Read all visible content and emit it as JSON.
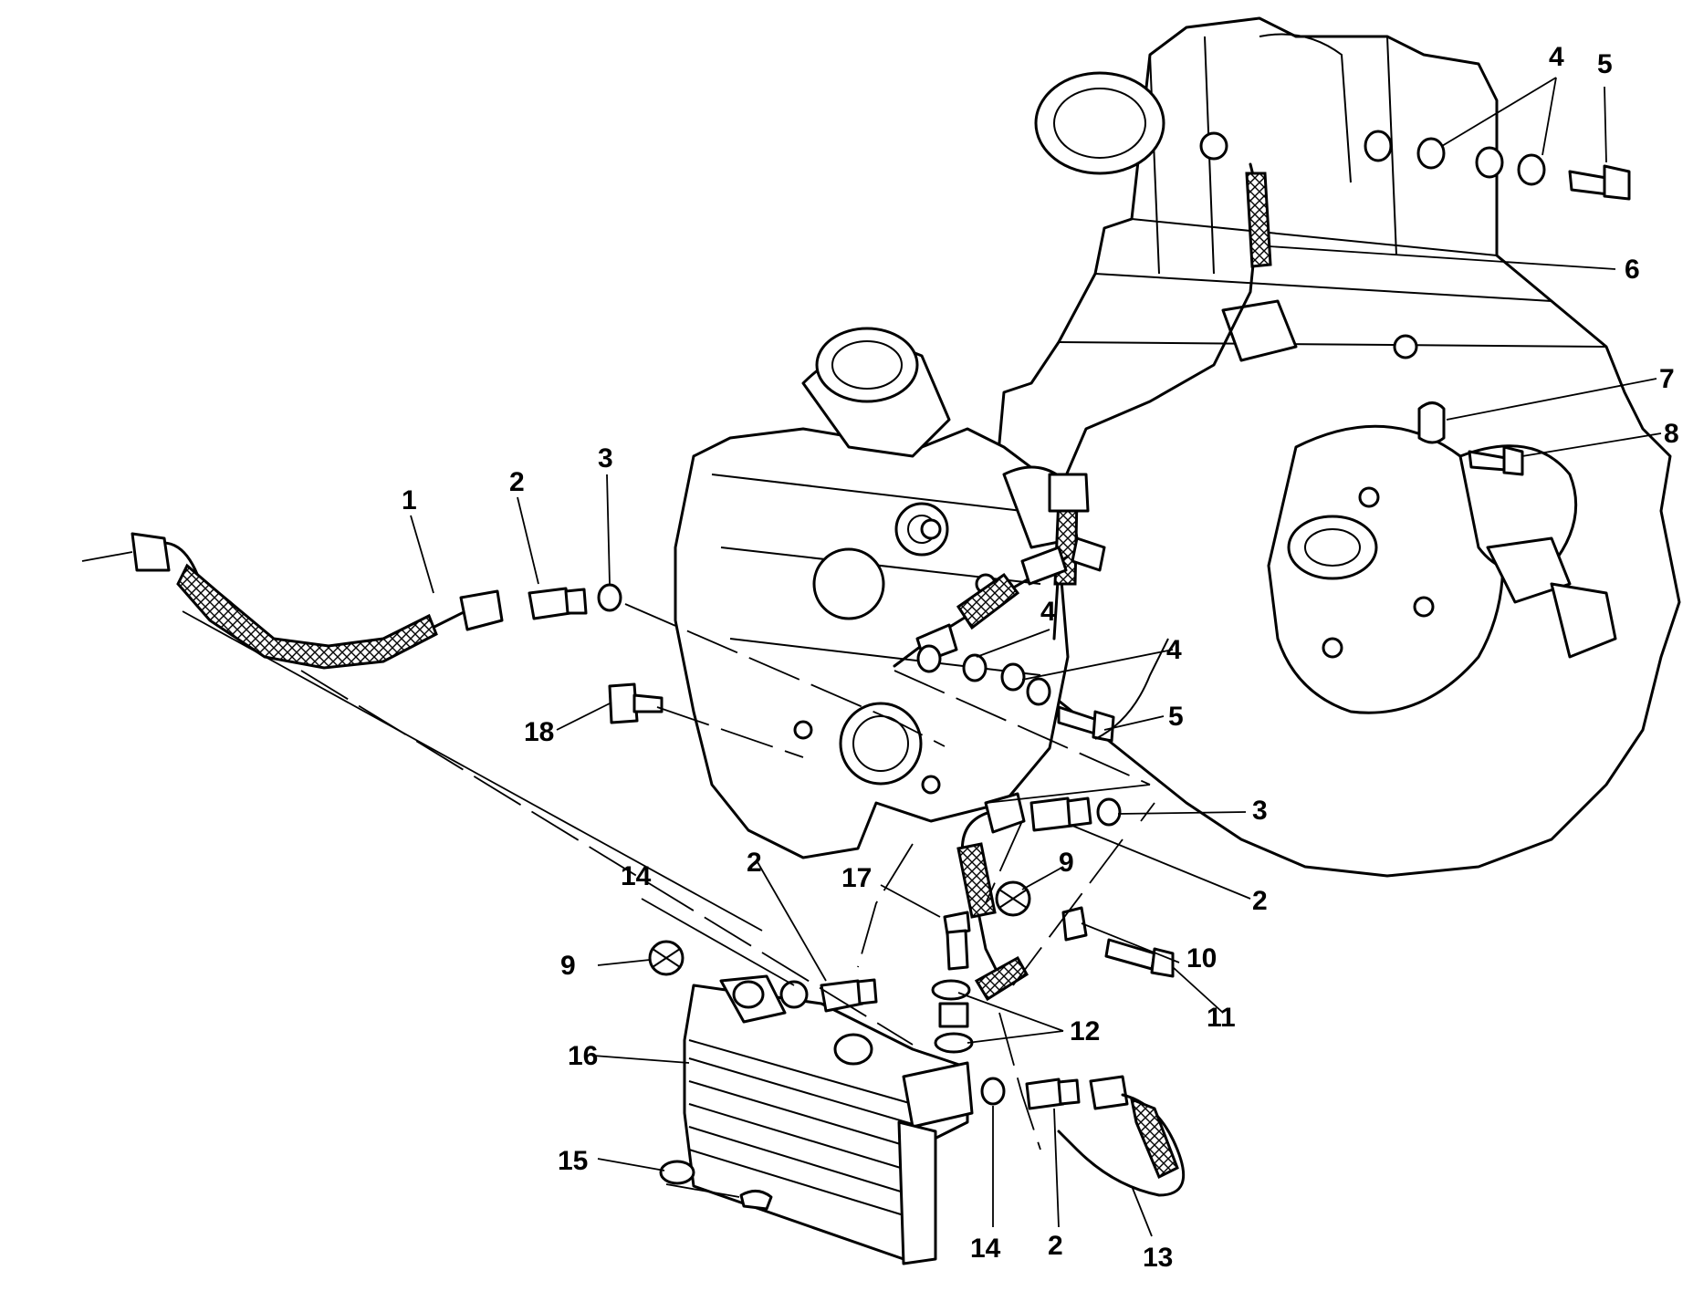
{
  "callouts": [
    {
      "id": "c1",
      "label": "1"
    },
    {
      "id": "c2a",
      "label": "2"
    },
    {
      "id": "c3a",
      "label": "3"
    },
    {
      "id": "c4a",
      "label": "4"
    },
    {
      "id": "c5a",
      "label": "5"
    },
    {
      "id": "c6",
      "label": "6"
    },
    {
      "id": "c7",
      "label": "7"
    },
    {
      "id": "c8",
      "label": "8"
    },
    {
      "id": "c4b",
      "label": "4"
    },
    {
      "id": "c4c",
      "label": "4"
    },
    {
      "id": "c5b",
      "label": "5"
    },
    {
      "id": "c18",
      "label": "18"
    },
    {
      "id": "c3b",
      "label": "3"
    },
    {
      "id": "c2b",
      "label": "2"
    },
    {
      "id": "c9a",
      "label": "9"
    },
    {
      "id": "c10",
      "label": "10"
    },
    {
      "id": "c11",
      "label": "11"
    },
    {
      "id": "c17",
      "label": "17"
    },
    {
      "id": "c14a",
      "label": "14"
    },
    {
      "id": "c2c",
      "label": "2"
    },
    {
      "id": "c9b",
      "label": "9"
    },
    {
      "id": "c12",
      "label": "12"
    },
    {
      "id": "c16",
      "label": "16"
    },
    {
      "id": "c15",
      "label": "15"
    },
    {
      "id": "c14b",
      "label": "14"
    },
    {
      "id": "c2d",
      "label": "2"
    },
    {
      "id": "c13",
      "label": "13"
    }
  ]
}
